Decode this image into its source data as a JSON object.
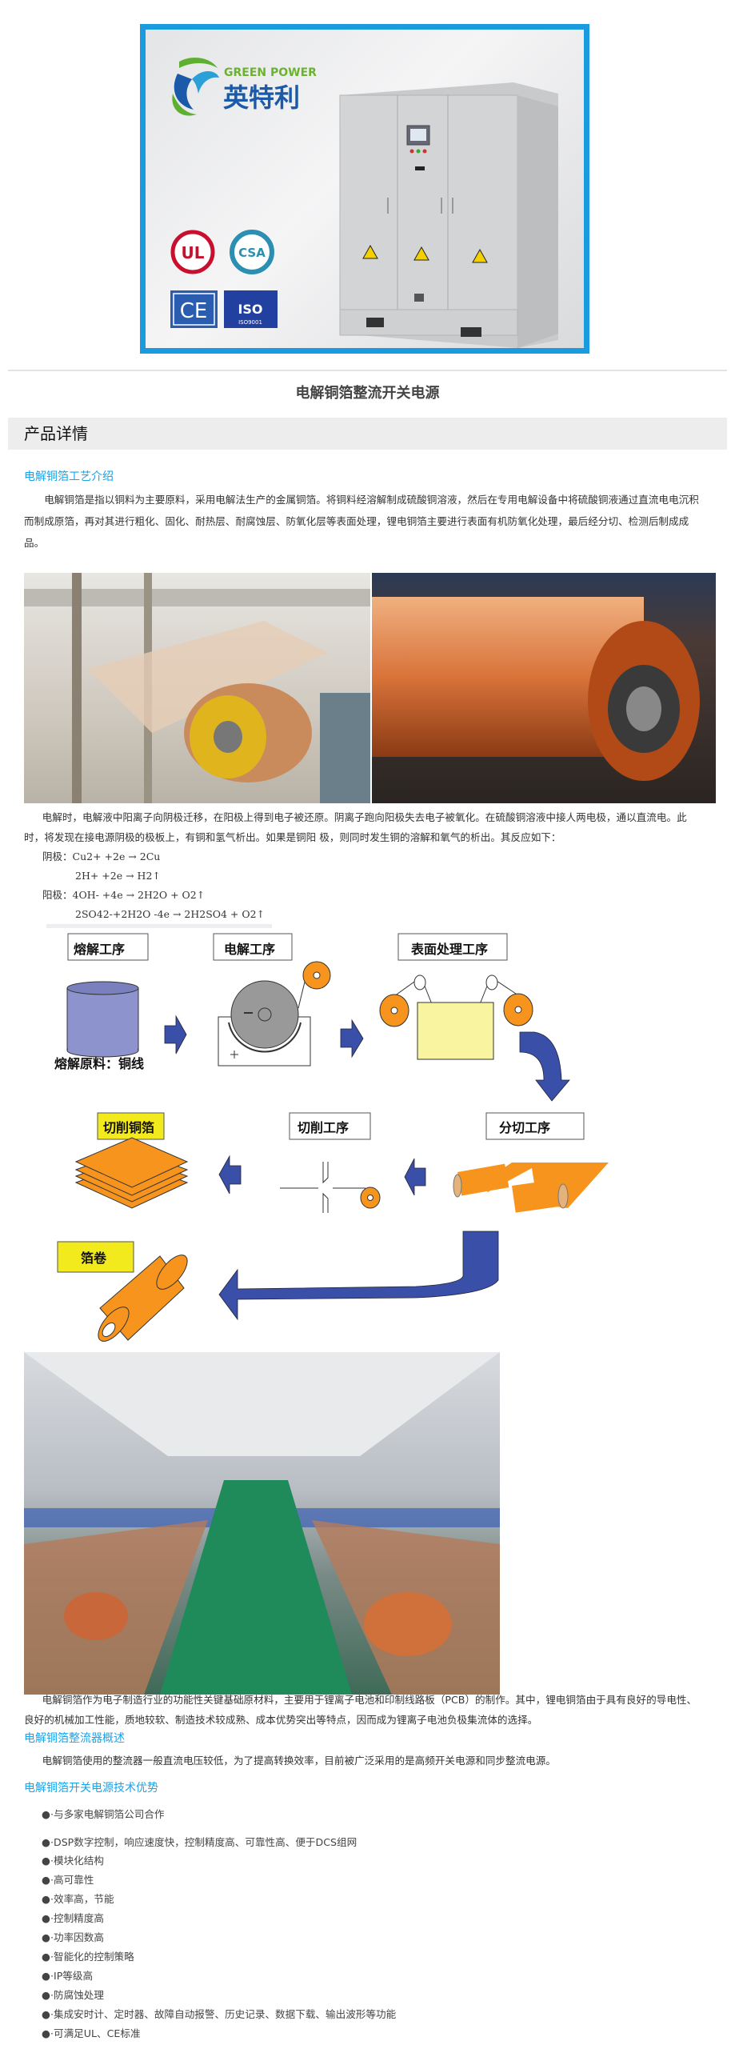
{
  "product_image": {
    "logo_en": "GREEN POWER",
    "logo_cn": "英特利",
    "certifications": [
      "UL",
      "CSA",
      "CE",
      "ISO",
      "ISO9001"
    ]
  },
  "header": {
    "title": "电解铜箔整流开关电源"
  },
  "detail_bar": {
    "label": "产品详情"
  },
  "section1": {
    "heading": "电解铜箔工艺介绍",
    "paragraph": "电解铜箔是指以铜料为主要原料，采用电解法生产的金属铜箔。将铜料经溶解制成硫酸铜溶液，然后在专用电解设备中将硫酸铜液通过直流电电沉积而制成原箔，再对其进行粗化、固化、耐热层、耐腐蚀层、防氧化层等表面处理，锂电铜箔主要进行表面有机防氧化处理，最后经分切、检测后制成成品。"
  },
  "section2": {
    "paragraph": "电解时，电解液中阳离子向阴极迁移，在阳极上得到电子被还原。阴离子跑向阳极失去电子被氧化。在硫酸铜溶液中接人两电极，通以直流电。此时，将发现在接电源阴极的极板上，有铜和氢气析出。如果是铜阳 极，则同时发生铜的溶解和氧气的析出。其反应如下：",
    "formulas": [
      "阴极：Cu2+ +2e → 2Cu",
      "2H+ +2e    → H2↑",
      "阳极：4OH- +4e → 2H2O + O2↑",
      "2SO42-+2H2O -4e → 2H2SO4 + O2↑"
    ]
  },
  "diagram": {
    "steps": {
      "melting": "熔解工序",
      "electrolysis": "电解工序",
      "surface": "表面处理工序",
      "slitting": "分切工序",
      "cutting": "切削工序",
      "cut_foil": "切削铜箔",
      "foil_roll": "箔卷"
    },
    "raw_material": "熔解原料：铜线",
    "colors": {
      "arrow": "#3a4fa8",
      "orange": "#f7941d",
      "cylinder": "#8d93cc",
      "yellow_box": "#f2ea1c",
      "surface_tank": "#f8f4a0"
    }
  },
  "section3": {
    "paragraph": "电解铜箔作为电子制造行业的功能性关键基础原材料，主要用于锂离子电池和印制线路板（PCB）的制作。其中，锂电铜箔由于具有良好的导电性、良好的机械加工性能，质地较软、制造技术较成熟、成本优势突出等特点，因而成为锂离子电池负极集流体的选择。"
  },
  "section4": {
    "heading": "电解铜箔整流器概述",
    "paragraph": "电解铜箔使用的整流器一般直流电压较低，为了提高转换效率，目前被广泛采用的是高频开关电源和同步整流电源。"
  },
  "section5": {
    "heading": "电解铜箔开关电源技术优势",
    "items": [
      "●·与多家电解铜箔公司合作",
      "●·DSP数字控制，响应速度快，控制精度高、可靠性高、便于DCS组网",
      "●·模块化结构",
      "●·高可靠性",
      "●·效率高，节能",
      "●·控制精度高",
      "●·功率因数高",
      "●·智能化的控制策略",
      "●·IP等级高",
      "●·防腐蚀处理",
      "●·集成安时计、定时器、故障自动报警、历史记录、数据下载、输出波形等功能",
      "●·可满足UL、CE标准"
    ]
  },
  "colors": {
    "accent_blue": "#1aa3e8",
    "frame_blue": "#1a9be0",
    "detail_bar_bg": "#ededed"
  }
}
